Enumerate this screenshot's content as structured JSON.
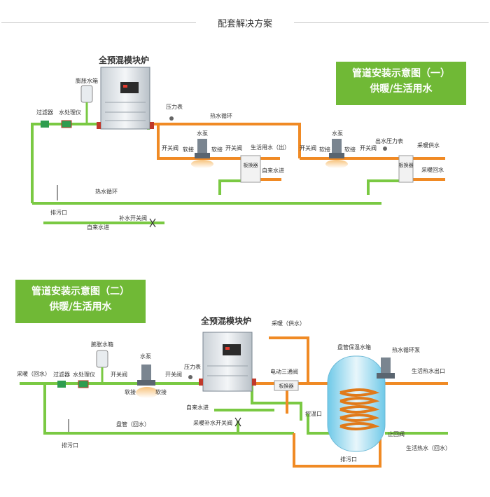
{
  "header": {
    "title": "配套解决方案"
  },
  "diagram1": {
    "title_line1": "管道安装示意图（一）",
    "title_line2": "供暖/生活用水",
    "boiler_label": "全预混模块炉",
    "labels": {
      "expansion_tank": "膨胀水箱",
      "filter": "过滤器",
      "water_treatment": "水处理仪",
      "pressure_gauge": "压力表",
      "hot_water_circ": "热水循环",
      "pump_a": "水泵",
      "pump_b": "水泵",
      "switch_valve_a1": "开关阀",
      "soft_joint_a1": "软接",
      "soft_joint_a2": "软接",
      "switch_valve_a2": "开关阀",
      "domestic_out": "生活用水（出）",
      "plate_hx_a": "板换器",
      "tap_in_a": "自来水进",
      "switch_valve_b1": "开关阀",
      "soft_joint_b1": "软接",
      "soft_joint_b2": "软接",
      "switch_valve_b2": "开关阀",
      "outlet_pressure": "出水压力表",
      "heating_supply": "采暖供水",
      "heating_return": "采暖回水",
      "plate_hx_b": "板换器",
      "hot_water_circ_2": "热水循环",
      "drain": "排污口",
      "makeup_valve": "补水开关阀",
      "tap_in": "自来水进"
    }
  },
  "diagram2": {
    "title_line1": "管道安装示意图（二）",
    "title_line2": "供暖/生活用水",
    "boiler_label": "全预混模块炉",
    "labels": {
      "expansion_tank": "膨胀水箱",
      "pump": "水泵",
      "heating_return": "采暖（回水）",
      "filter": "过滤器",
      "water_treatment": "水处理仪",
      "switch_valve_1": "开关阀",
      "soft_joint_1": "软接",
      "soft_joint_2": "软接",
      "switch_valve_2": "开关阀",
      "pressure_gauge": "压力表",
      "heating_supply": "采暖（供水）",
      "electric_3way": "电动三通阀",
      "plate_hx": "板换器",
      "tap_in": "自来水进",
      "temp_outlet": "控温口",
      "coil_return": "盘管（回水）",
      "heating_makeup": "采暖补水开关阀",
      "drain": "排污口",
      "coil_tank": "盘管保温水箱",
      "hot_pump": "热水循环泵",
      "domestic_out": "生活热水出口",
      "check_valve": "止回阀",
      "domestic_return": "生活热水（回水）",
      "tank_drain": "排污口"
    }
  }
}
